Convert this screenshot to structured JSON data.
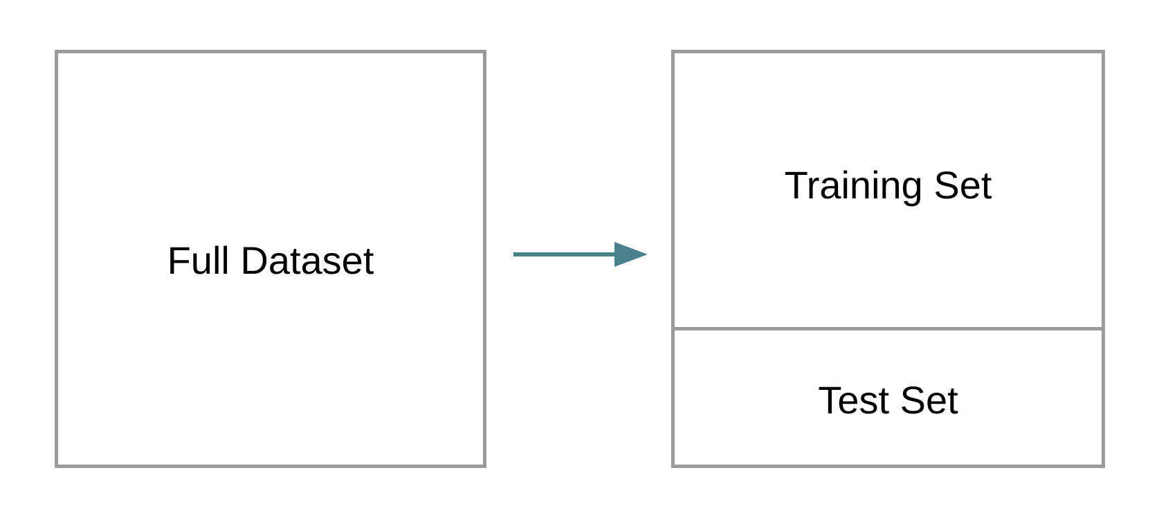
{
  "diagram": {
    "full_dataset": {
      "label": "Full Dataset"
    },
    "training_set": {
      "label": "Training Set"
    },
    "test_set": {
      "label": "Test Set"
    },
    "arrow": {
      "icon": "arrow-right-icon",
      "color": "#4a818c"
    },
    "border_color": "#9b9b9b"
  }
}
